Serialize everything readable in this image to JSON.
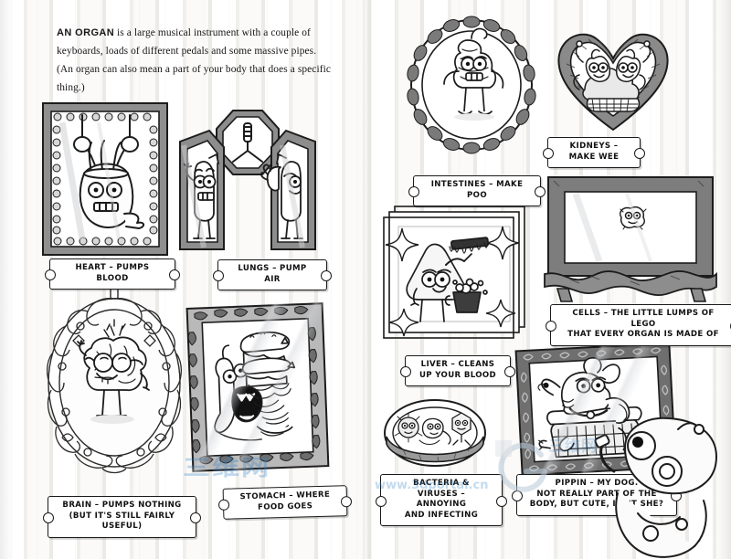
{
  "document": {
    "type": "illustrated-book-spread",
    "topic": "organs"
  },
  "intro": {
    "lead": "AN ORGAN",
    "body": " is a large musical instrument with a couple of keyboards, loads of different pedals and some massive pipes. (An organ can also mean a part of your body that does a specific thing.)"
  },
  "exhibits": [
    {
      "id": "heart",
      "caption": "HEART – PUMPS BLOOD",
      "art": "heart-on-gymnastic-rings",
      "frame": "beaded-rectangular-frame"
    },
    {
      "id": "lungs",
      "caption": "LUNGS – PUMP AIR",
      "art": "two-lung-characters-waving",
      "frame": "angled-pair-frames-with-octagon-trachea"
    },
    {
      "id": "brain",
      "caption": "BRAIN – PUMPS NOTHING\n(BUT IT'S STILL FAIRLY USEFUL)",
      "art": "crowned-brain-with-spectacles",
      "frame": "ornate-oval-baroque-frame"
    },
    {
      "id": "stomach",
      "caption": "STOMACH – WHERE\nFOOD GOES",
      "art": "stomach-eating-giant-sandwich-stack",
      "frame": "scalloped-leaf-frame"
    },
    {
      "id": "intestines",
      "caption": "INTESTINES – MAKE POO",
      "art": "intestine-character-standing",
      "frame": "braided-rope-oval-frame"
    },
    {
      "id": "kidneys",
      "caption": "KIDNEYS –\nMAKE WEE",
      "art": "two-kidneys-in-a-basket",
      "frame": "heart-shaped-carved-frame"
    },
    {
      "id": "cells",
      "caption": "CELLS – THE LITTLE LUMPS OF LEGO\nTHAT EVERY ORGAN IS MADE OF",
      "art": "single-tiny-cell-in-large-empty-frame",
      "frame": "wide-wooden-gallery-frame"
    },
    {
      "id": "liver",
      "caption": "LIVER – CLEANS\nUP YOUR BLOOD",
      "art": "liver-with-squeegee-and-soap-bucket",
      "frame": "sparkling-clean-thin-frame"
    },
    {
      "id": "bacteria",
      "caption": "BACTERIA &\nVIRUSES – ANNOYING\nAND INFECTING",
      "art": "germ-blobs-in-petri-dish",
      "frame": "oval-dish-frame"
    },
    {
      "id": "pippin",
      "caption": "PIPPIN – MY DOG.\nNOT REALLY PART OF THE\nBODY, BUT CUTE, ISN'T SHE?",
      "art": "scruffy-dog-in-basket",
      "frame": "swirl-carved-tilted-frame"
    }
  ],
  "robot": {
    "name": "robot-visitor",
    "description": "cartoon robot peeking from lower right corner"
  },
  "watermark": {
    "logo": "circular-swirl-logo",
    "brand": "三维网",
    "url": "www.3dportal.cn",
    "color": "#2f7fc4"
  }
}
